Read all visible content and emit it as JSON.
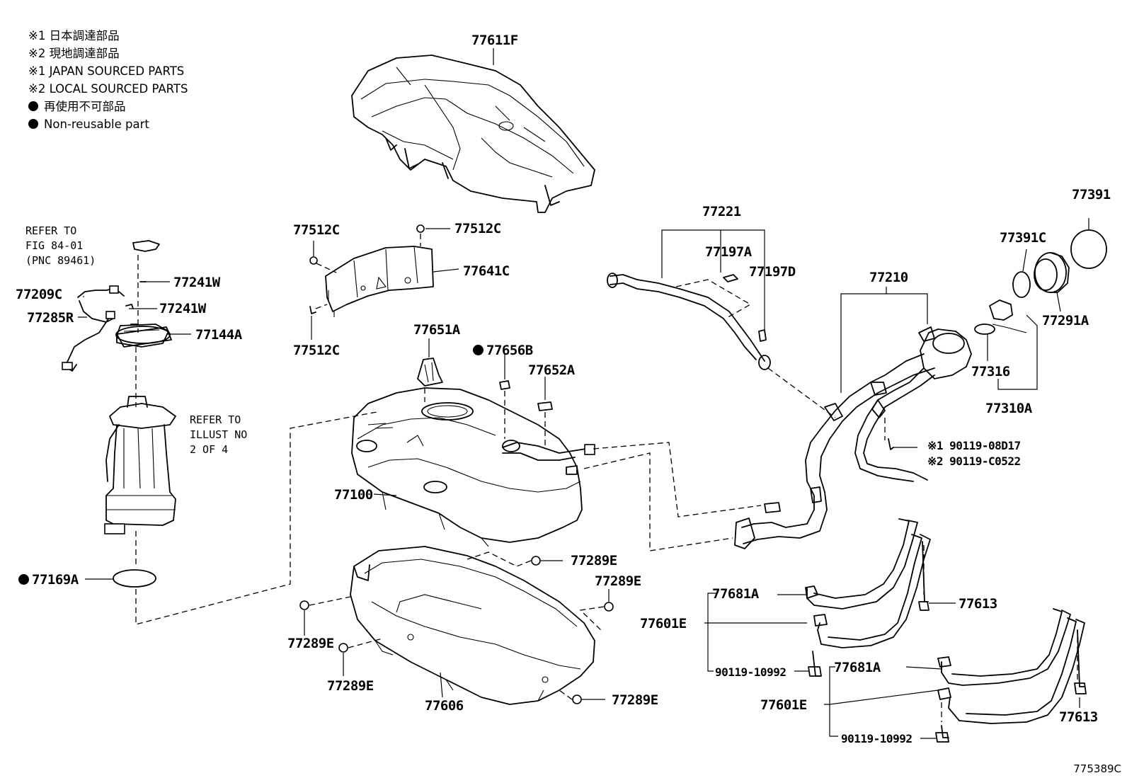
{
  "legend": {
    "line1": "※1 日本調達部品",
    "line2": "※2 現地調達部品",
    "line3": "※1 JAPAN SOURCED PARTS",
    "line4": "※2 LOCAL SOURCED PARTS",
    "line5": "再使用不可部品",
    "line6": "Non-reusable part"
  },
  "notes": {
    "refer_fig": "REFER TO\nFIG 84-01\n(PNC 89461)",
    "refer_illust": "REFER TO\nILLUST NO\n2 OF 4"
  },
  "labels": {
    "p77611F": "77611F",
    "p77512C_a": "77512C",
    "p77512C_b": "77512C",
    "p77512C_c": "77512C",
    "p77641C": "77641C",
    "p77241W_a": "77241W",
    "p77241W_b": "77241W",
    "p77209C": "77209C",
    "p77285R": "77285R",
    "p77144A": "77144A",
    "p77651A": "77651A",
    "p77656B": "77656B",
    "p77652A": "77652A",
    "p77100": "77100",
    "p77169A": "77169A",
    "p77289E_a": "77289E",
    "p77289E_b": "77289E",
    "p77289E_c": "77289E",
    "p77289E_d": "77289E",
    "p77289E_e": "77289E",
    "p77606": "77606",
    "p77221": "77221",
    "p77197A": "77197A",
    "p77197D": "77197D",
    "p77210": "77210",
    "p77391C": "77391C",
    "p77391": "77391",
    "p77291A": "77291A",
    "p77316": "77316",
    "p77310A": "77310A",
    "p90119_08D17": "※1 90119-08D17",
    "p90119_C0522": "※2 90119-C0522",
    "p77681A_a": "77681A",
    "p77681A_b": "77681A",
    "p77601E_a": "77601E",
    "p77601E_b": "77601E",
    "p77613_a": "77613",
    "p77613_b": "77613",
    "p90119_10992_a": "90119-10992",
    "p90119_10992_b": "90119-10992"
  },
  "illustration_id": "775389C"
}
